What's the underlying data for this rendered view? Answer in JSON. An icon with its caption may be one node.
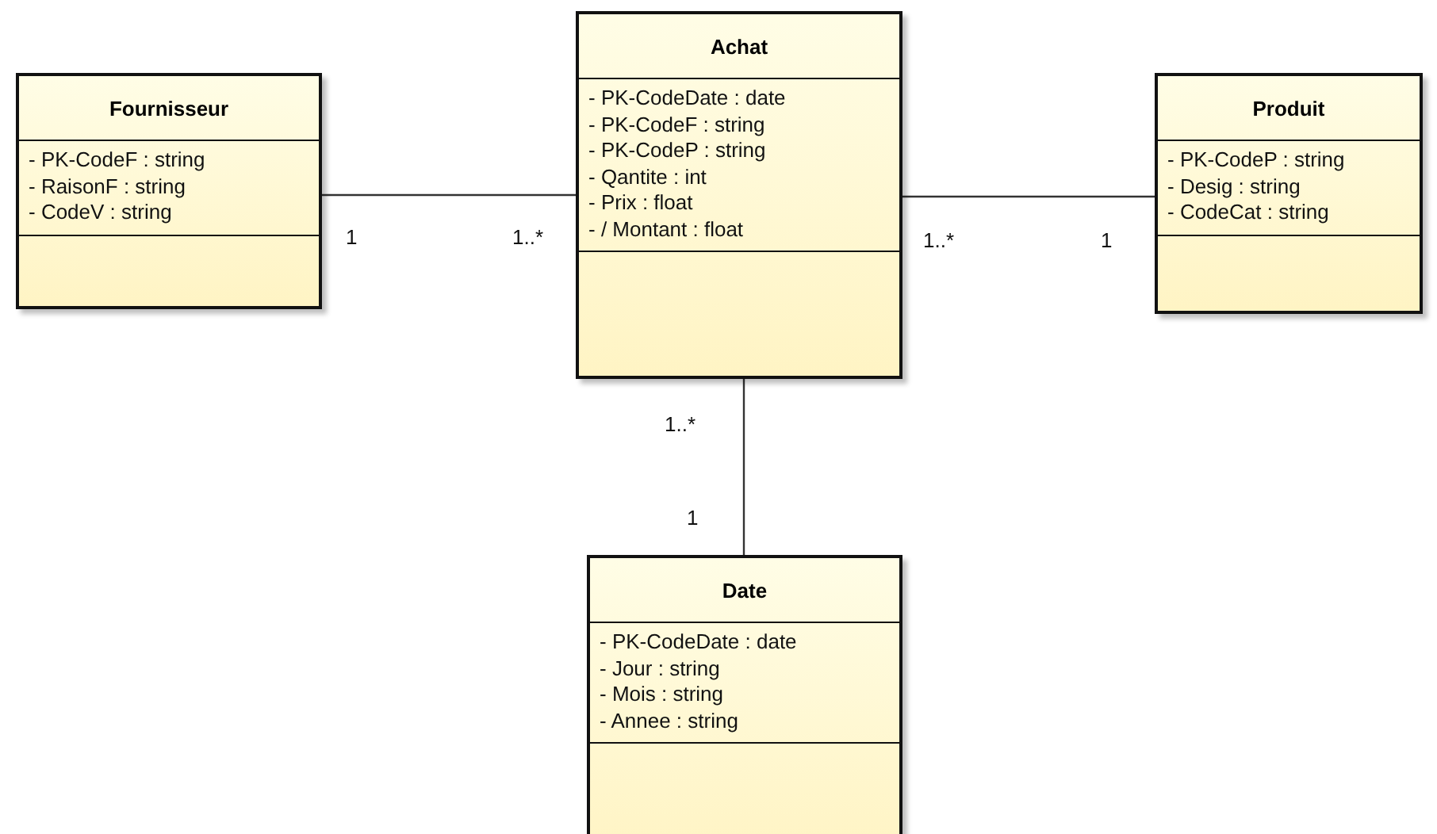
{
  "diagram": {
    "nodes": [
      {
        "text": [
          "Fournisseur",
          "- PK-CodeF : string",
          "- RaisonF : string",
          "- CodeV : string"
        ]
      },
      {
        "text": [
          "Achat",
          "- PK-CodeDate : date",
          "- PK-CodeF : string",
          "- PK-CodeP : string",
          "- Qantite : int",
          "- Prix : float",
          "- / Montant : float"
        ]
      },
      {
        "text": [
          "Produit",
          "- PK-CodeP : string",
          "- Desig : string",
          "- CodeCat : string"
        ]
      },
      {
        "text": [
          "Date",
          "- PK-CodeDate : date",
          "- Jour : string",
          "- Mois : string",
          "- Annee : string"
        ]
      }
    ],
    "edges": [
      {
        "from": 0,
        "to": 1,
        "arrow": "none"
      },
      {
        "from": 1,
        "to": 2,
        "arrow": "none"
      },
      {
        "from": 1,
        "to": 3,
        "arrow": "none"
      }
    ],
    "labels": [
      "1",
      "1..*",
      "1..*",
      "1",
      "1..*",
      "1"
    ]
  }
}
